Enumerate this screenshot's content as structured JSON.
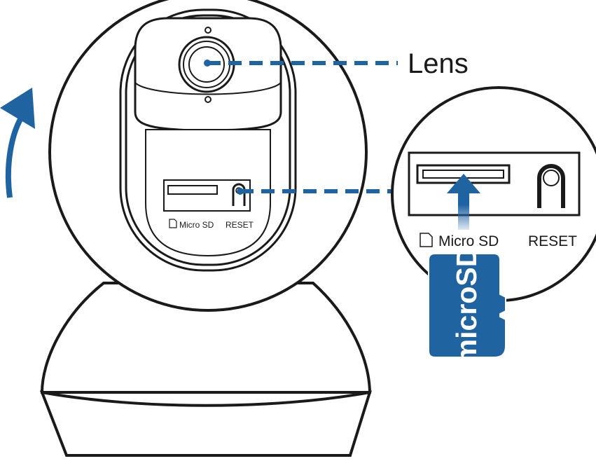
{
  "labels": {
    "lens": "Lens",
    "micro_sd_small": "Micro SD",
    "reset_small": "RESET",
    "micro_sd_zoom": "Micro SD",
    "reset_zoom": "RESET",
    "card_text": "microSD"
  },
  "colors": {
    "accent": "#1f63a1",
    "outline": "#1a1a1a",
    "background": "#ffffff"
  },
  "icons": [
    "rotate-arrow-icon",
    "sd-card-icon",
    "insert-arrow-icon"
  ]
}
